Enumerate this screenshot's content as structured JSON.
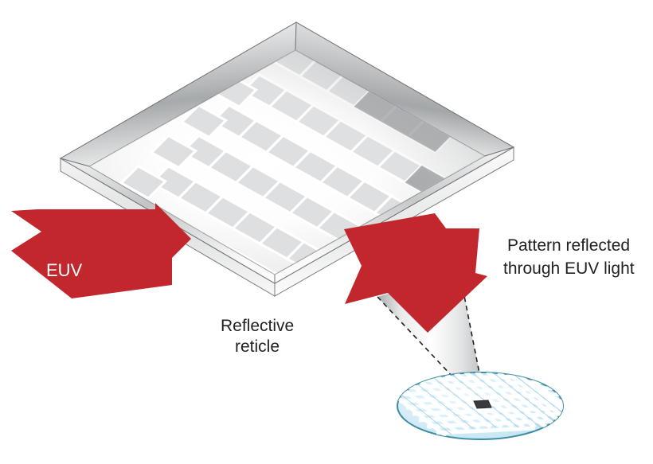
{
  "diagram": {
    "title": "EUV lithography: reflective reticle and wafer exposure",
    "background_color": "#ffffff"
  },
  "colors": {
    "euv_red": "#C1272D",
    "euv_red_dark": "#B01F26",
    "frame_light": "#FFFFFF",
    "frame_mid": "#C9CBCC",
    "frame_dark": "#8E9193",
    "frame_edge": "#6D7073",
    "pattern_light": "#FFFFFF",
    "pattern_mid": "#E3E4E5",
    "pattern_dark": "#9A9C9E",
    "wafer_fill": "#D8EDF7",
    "wafer_edge": "#3E8CA3",
    "wafer_die": "#FFFFFF",
    "die_exposed": "#3A3A3C",
    "beam_light": "#FFFFFF",
    "beam_shadow": "#B8B9BA",
    "beam_outline": "#231F20",
    "text_color": "#231F20"
  },
  "labels": {
    "euv_arrow": "EUV",
    "reticle_line1": "Reflective",
    "reticle_line2": "reticle",
    "reflected_line1": "Pattern reflected",
    "reflected_line2": "through EUV light"
  },
  "elements": {
    "reticle": {
      "name": "Reflective reticle",
      "shape": "tilted square plate with metallic frame",
      "pattern": "grid of square features, 7 by 7",
      "pattern_rows": 7,
      "pattern_cols": 7
    },
    "incoming_arrow": {
      "name": "EUV incoming beam arrow",
      "direction": "right",
      "color": "#C1272D"
    },
    "reflected_arrow": {
      "name": "Reflected EUV beam arrow",
      "direction": "down",
      "color": "#C1272D"
    },
    "light_cone": {
      "name": "Projected light cone",
      "style": "dashed outline converging cone"
    },
    "wafer": {
      "name": "Silicon wafer",
      "shape": "ellipse",
      "die_grid": "rectangular die array",
      "exposed_die": "one dark exposed die at cone apex"
    }
  }
}
